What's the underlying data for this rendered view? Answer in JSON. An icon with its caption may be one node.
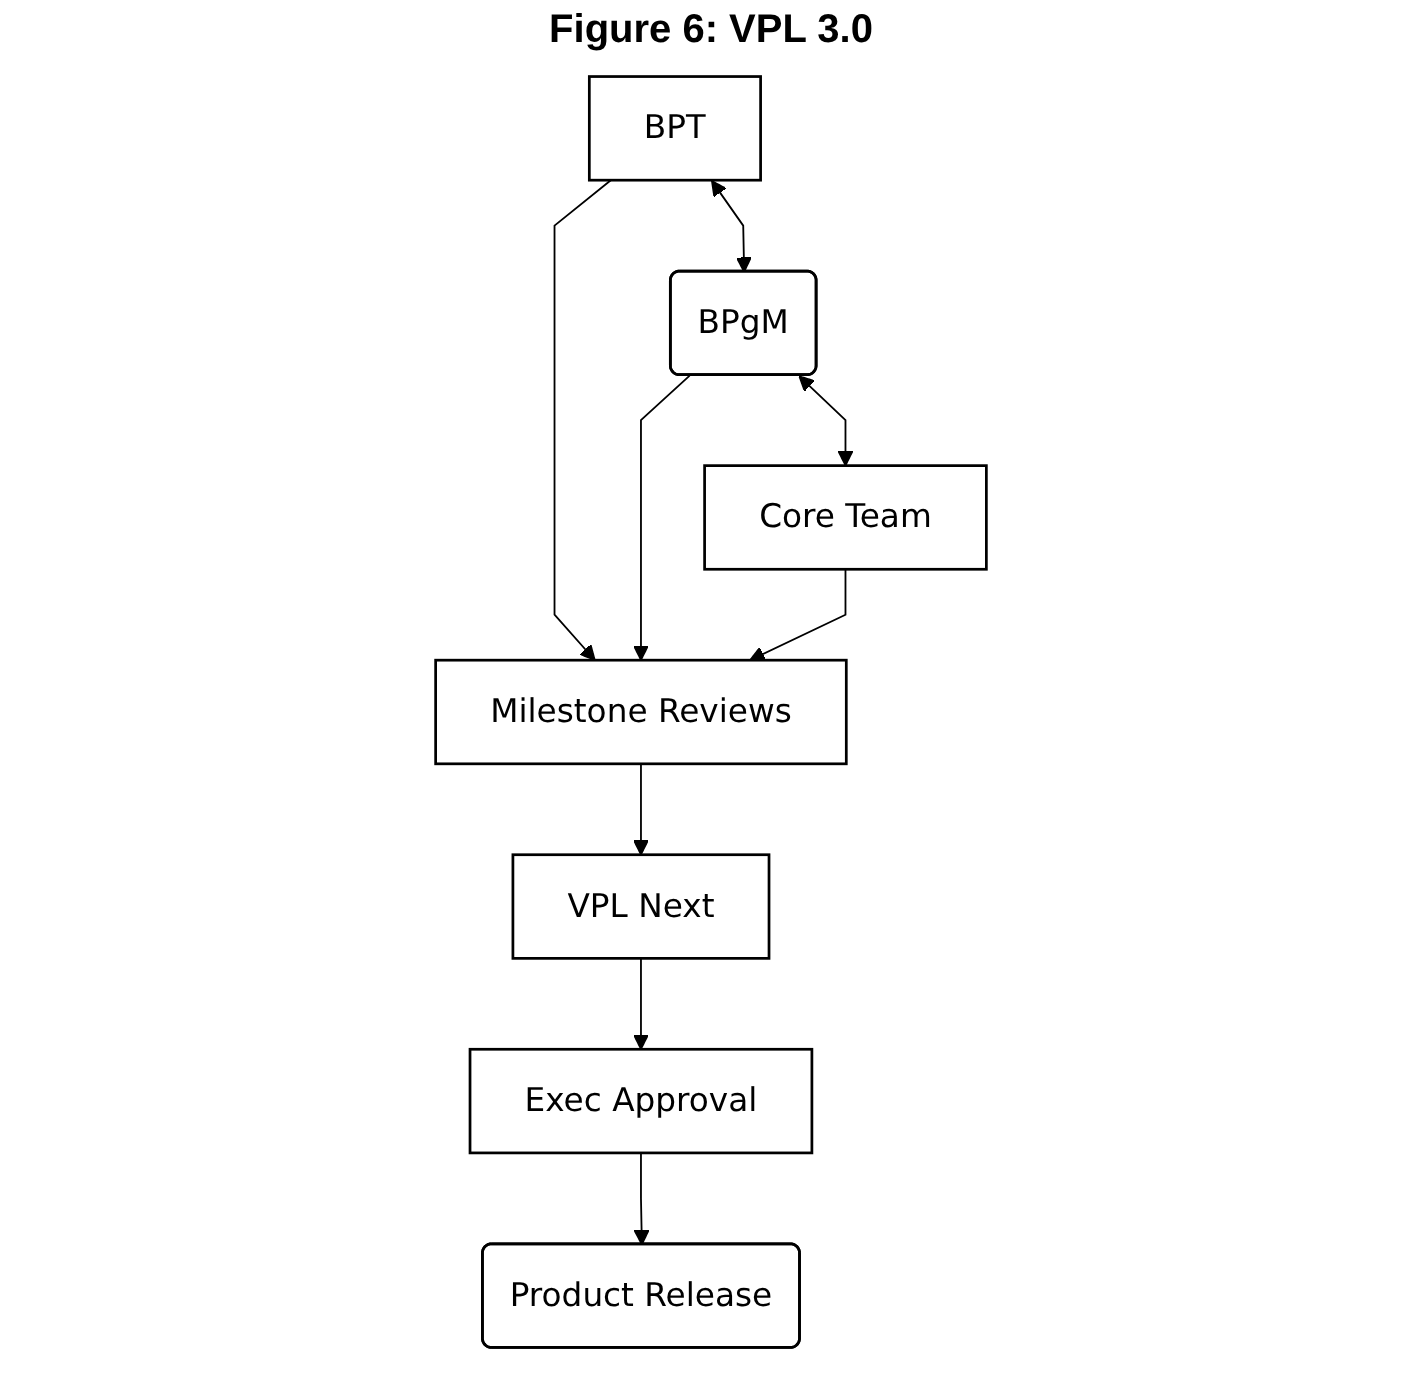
{
  "diagram": {
    "title": "Figure 6: VPL 3.0",
    "nodes": [
      {
        "text": [
          "BPT"
        ]
      },
      {
        "text": [
          "BPgM"
        ]
      },
      {
        "text": [
          "Core Team"
        ]
      },
      {
        "text": [
          "Milestone Reviews"
        ]
      },
      {
        "text": [
          "VPL Next"
        ]
      },
      {
        "text": [
          "Exec Approval"
        ]
      },
      {
        "text": [
          "Product Release"
        ]
      }
    ],
    "edges": [
      {
        "from": 0,
        "to": 1,
        "arrow": "both"
      },
      {
        "from": 1,
        "to": 2,
        "arrow": "both"
      },
      {
        "from": 0,
        "to": 3,
        "arrow": "to"
      },
      {
        "from": 1,
        "to": 3,
        "arrow": "to"
      },
      {
        "from": 2,
        "to": 3,
        "arrow": "to"
      },
      {
        "from": 3,
        "to": 4,
        "arrow": "to"
      },
      {
        "from": 4,
        "to": 5,
        "arrow": "to"
      },
      {
        "from": 5,
        "to": 6,
        "arrow": "to"
      }
    ]
  }
}
